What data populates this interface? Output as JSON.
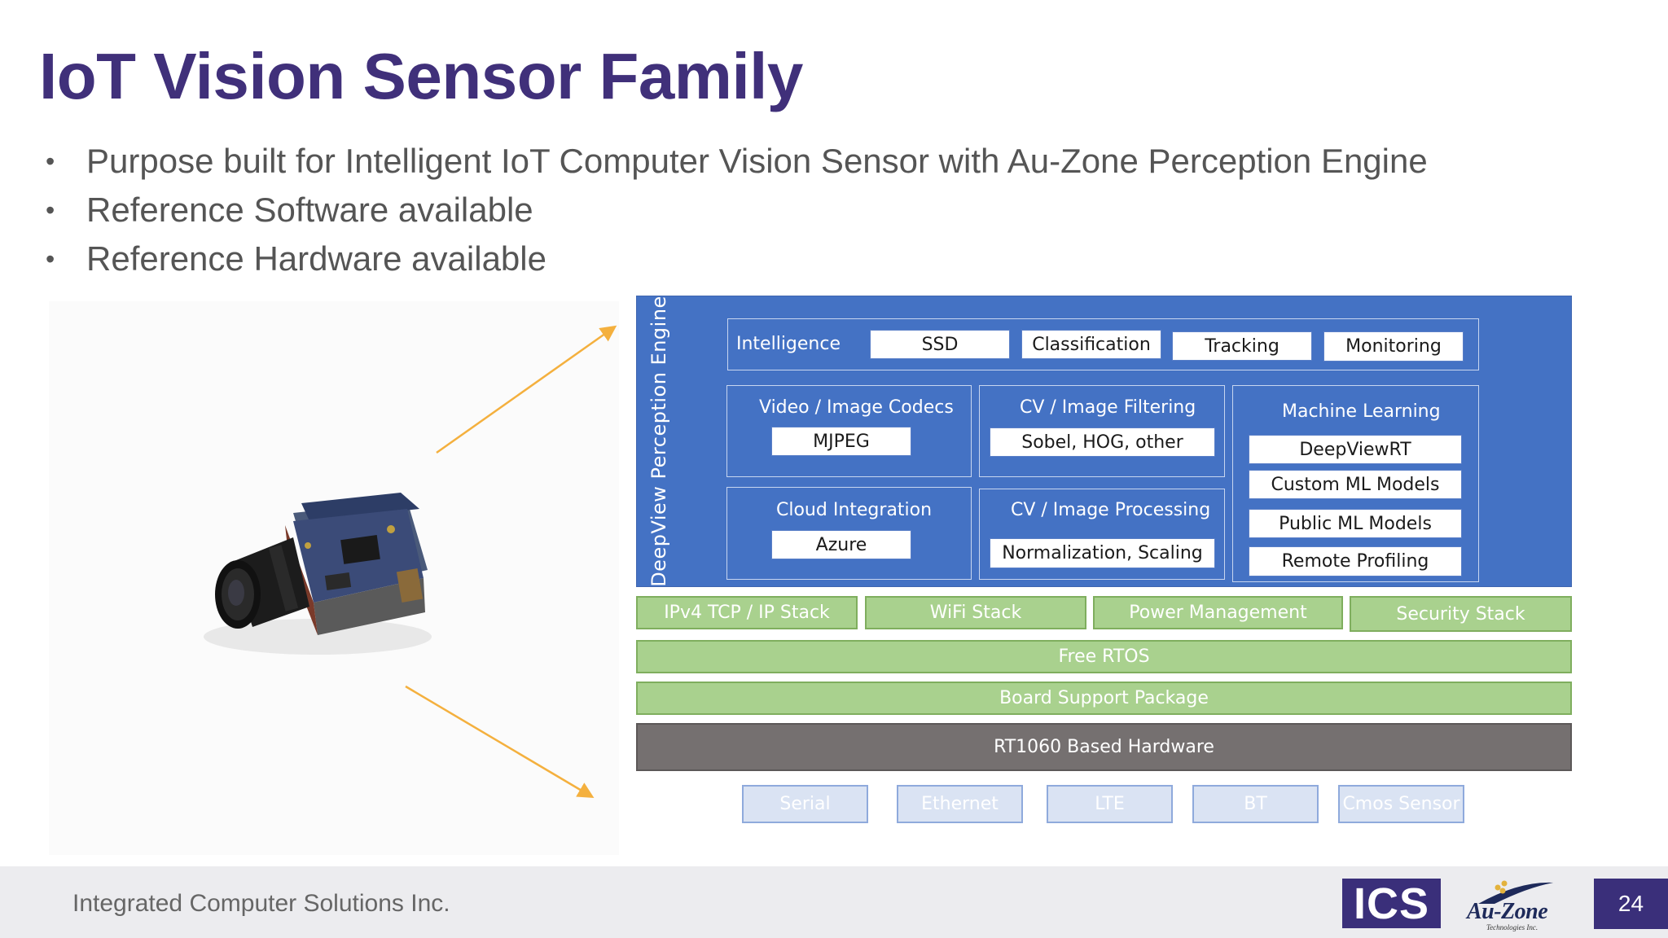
{
  "slide": {
    "title": "IoT Vision Sensor Family",
    "bullets": [
      "Purpose built for Intelligent IoT Computer Vision Sensor with Au-Zone Perception Engine",
      "Reference Software available",
      "Reference Hardware available"
    ],
    "bullet_glyph": "•"
  },
  "diagram": {
    "engine_label": "DeepView Perception Engine",
    "intelligence": {
      "title": "Intelligence",
      "items": [
        "SSD",
        "Classification",
        "Tracking",
        "Monitoring"
      ]
    },
    "video_codecs": {
      "title": "Video / Image Codecs",
      "items": [
        "MJPEG"
      ]
    },
    "cv_filtering": {
      "title": "CV / Image Filtering",
      "items": [
        "Sobel, HOG, other"
      ]
    },
    "cloud": {
      "title": "Cloud Integration",
      "items": [
        "Azure"
      ]
    },
    "cv_processing": {
      "title": "CV / Image Processing",
      "items": [
        "Normalization, Scaling"
      ]
    },
    "machine_learning": {
      "title": "Machine Learning",
      "items": [
        "DeepViewRT",
        "Custom ML Models",
        "Public ML Models",
        "Remote Profiling"
      ]
    },
    "stacks": [
      "IPv4 TCP / IP Stack",
      "WiFi Stack",
      "Power Management",
      "Security Stack"
    ],
    "rtos": "Free RTOS",
    "bsp": "Board Support Package",
    "hardware": "RT1060 Based Hardware",
    "interfaces": [
      "Serial",
      "Ethernet",
      "LTE",
      "BT",
      "Cmos Sensor"
    ]
  },
  "footer": {
    "company": "Integrated Computer Solutions Inc.",
    "ics_logo_text": "ICS",
    "auzone_name": "Au-Zone",
    "auzone_sub": "Technologies Inc.",
    "page_number": "24"
  },
  "colors": {
    "title": "#40307a",
    "engine_blue": "#4472c4",
    "stack_green": "#a9d18e",
    "hardware_gray": "#757070",
    "interface_light": "#dae3f3",
    "arrow_orange": "#f4b03e",
    "footer_bg": "#ececef",
    "brand_purple": "#3a2f7a"
  }
}
